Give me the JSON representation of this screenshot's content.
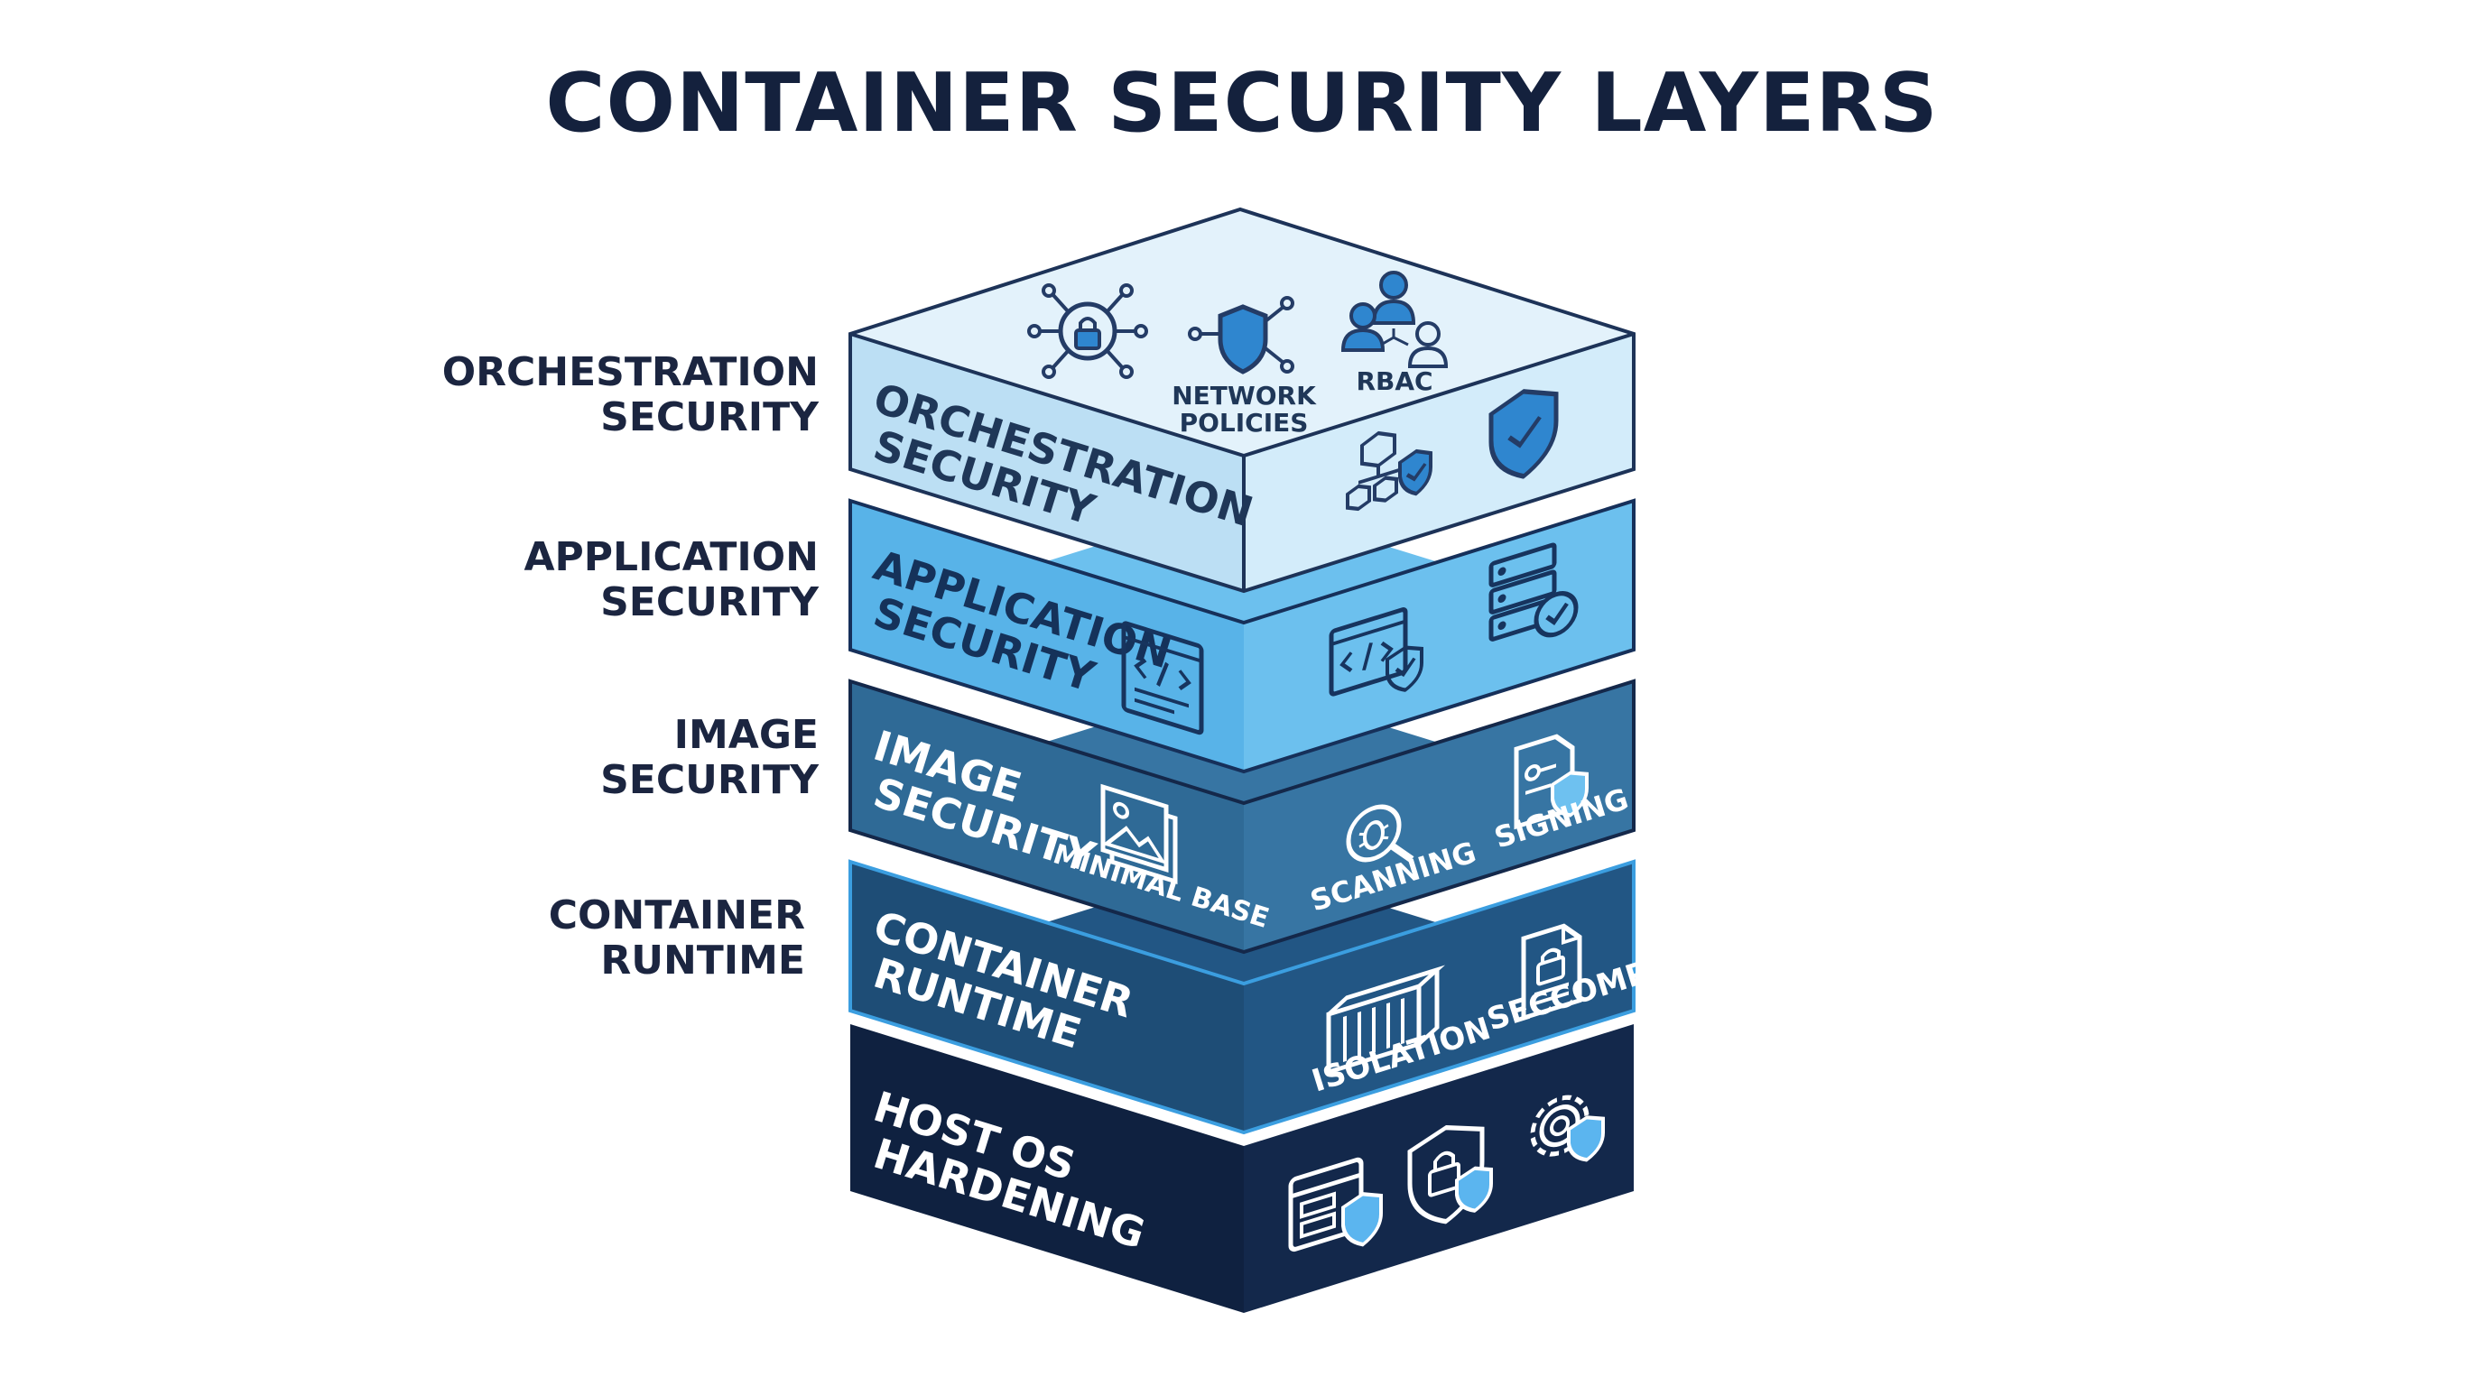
{
  "title": "CONTAINER SECURITY LAYERS",
  "layers": [
    {
      "side_label": "ORCHESTRATION\nSECURITY",
      "face_line1": "ORCHESTRATION",
      "face_line2": "SECURITY",
      "top_labels": [
        "NETWORK",
        "POLICIES",
        "RBAC"
      ],
      "colors": {
        "front": "#bcdff4",
        "right": "#d3ecfa",
        "top": "#e3f2fb",
        "text": "#1f3758",
        "icon": "#243c66",
        "accent": "#2f86cf"
      }
    },
    {
      "side_label": "APPLICATION\nSECURITY",
      "face_line1": "APPLICATION",
      "face_line2": "SECURITY",
      "colors": {
        "front": "#58b3e8",
        "right": "#6cc0ee",
        "text": "#15325a",
        "icon": "#17345e",
        "accent": "#1d5fa4"
      }
    },
    {
      "side_label": "IMAGE\nSECURITY",
      "face_line1": "IMAGE",
      "face_line2": "SECURITY",
      "icon_labels": [
        "MINIMAL BASE",
        "SCANNING",
        "SIGNING"
      ],
      "colors": {
        "front": "#2f6a96",
        "right": "#3775a3",
        "text": "#ffffff",
        "icon": "#ffffff",
        "accent": "#6ec1f0"
      }
    },
    {
      "side_label": "CONTAINER\nRUNTIME",
      "face_line1": "CONTAINER",
      "face_line2": "RUNTIME",
      "icon_labels": [
        "ISOLATION",
        "SECCOMP"
      ],
      "colors": {
        "front": "#1e4d76",
        "right": "#225684",
        "text": "#ffffff",
        "icon": "#ffffff",
        "accent": "#6ec1f0"
      }
    },
    {
      "side_label": "",
      "face_line1": "HOST OS",
      "face_line2": "HARDENING",
      "colors": {
        "front": "#0f2140",
        "right": "#13284b",
        "text": "#ffffff",
        "icon": "#ffffff",
        "accent": "#5bb5ef"
      }
    }
  ],
  "icons": {
    "orchestration": [
      "network-lock-icon",
      "shield-network-icon",
      "users-rbac-icon",
      "cube-hierarchy-shield-icon",
      "shield-check-icon"
    ],
    "application": [
      "code-window-icon",
      "code-shield-icon",
      "server-check-icon"
    ],
    "image": [
      "images-icon",
      "bug-magnifier-icon",
      "signed-document-icon"
    ],
    "runtime": [
      "container-icon",
      "document-lock-icon"
    ],
    "host": [
      "server-shield-icon",
      "lock-shield-icon",
      "gear-shield-icon"
    ]
  }
}
